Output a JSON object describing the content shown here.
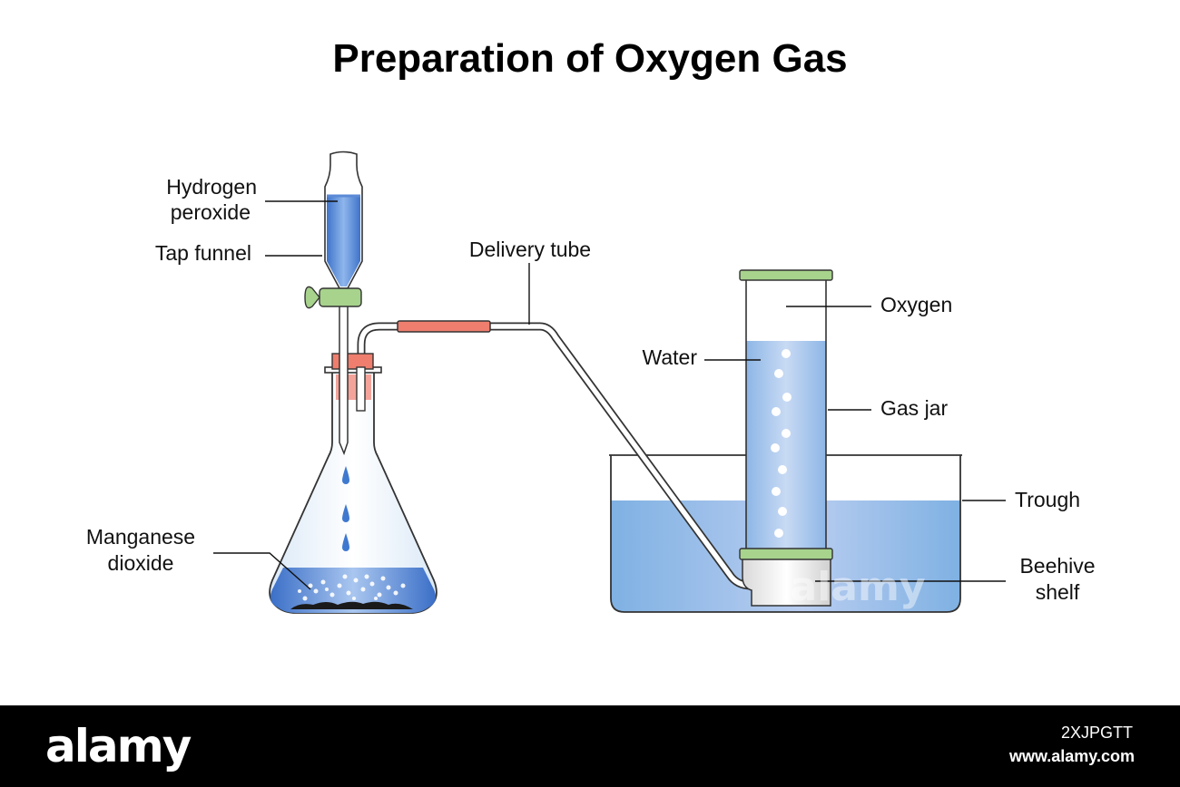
{
  "title": "Preparation of Oxygen Gas",
  "labels": {
    "hydrogen_peroxide_1": "Hydrogen",
    "hydrogen_peroxide_2": "peroxide",
    "tap_funnel": "Tap funnel",
    "delivery_tube": "Delivery tube",
    "manganese_dioxide_1": "Manganese",
    "manganese_dioxide_2": "dioxide",
    "oxygen": "Oxygen",
    "water": "Water",
    "gas_jar": "Gas jar",
    "trough": "Trough",
    "beehive_shelf_1": "Beehive",
    "beehive_shelf_2": "shelf"
  },
  "watermark": {
    "brand": "alamy",
    "image_id": "2XJPGTT",
    "site": "www.alamy.com"
  },
  "colors": {
    "liquid_blue": "#4f87d6",
    "water_blue": "#8fbde6",
    "stopper": "#ef8474",
    "tap_green": "#a7d38c"
  }
}
